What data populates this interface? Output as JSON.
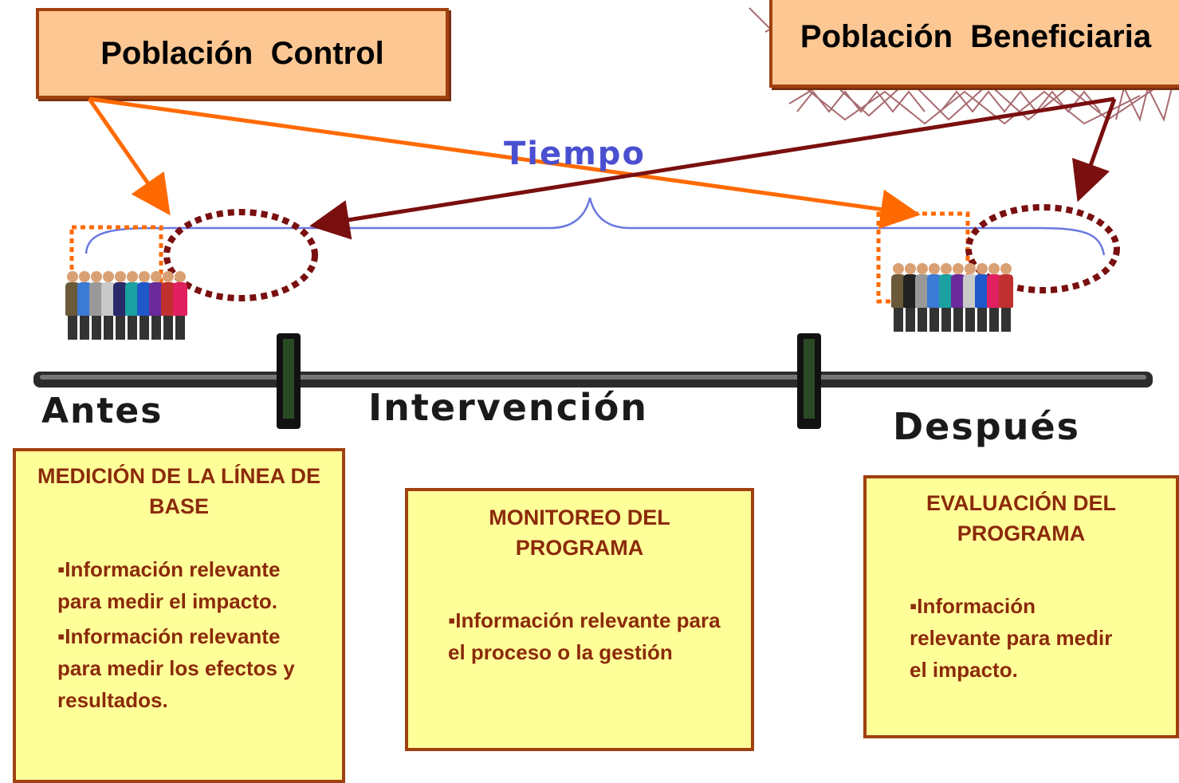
{
  "boxes": {
    "control": "Población  Control",
    "beneficiaria": "Población  Beneficiaria"
  },
  "timeline": {
    "tiempo": "Tiempo",
    "antes": "Antes",
    "intervencion": "Intervención",
    "despues": "Después"
  },
  "stages": [
    {
      "title": "MEDICIÓN DE LA LÍNEA DE BASE",
      "items": [
        "▪Información relevante para medir el impacto.",
        "▪Información relevante para medir los efectos y resultados."
      ]
    },
    {
      "title": "MONITOREO DEL PROGRAMA",
      "items": [
        "▪Información relevante para el proceso o la gestión"
      ]
    },
    {
      "title": "EVALUACIÓN DEL PROGRAMA",
      "items": [
        "▪Información relevante para medir el impacto."
      ]
    }
  ],
  "colors": {
    "orange_arrow": "#ff6a00",
    "dark_red_arrow": "#7a0f0f",
    "box_fill": "#fcc793",
    "stage_fill": "#ffff99",
    "stage_border": "#a04010",
    "stage_text": "#8b2a0a",
    "brace": "#6a78e0",
    "bar": "#1a1a1a"
  },
  "icons": [
    "people-crowd-icon",
    "network-pattern-icon"
  ]
}
